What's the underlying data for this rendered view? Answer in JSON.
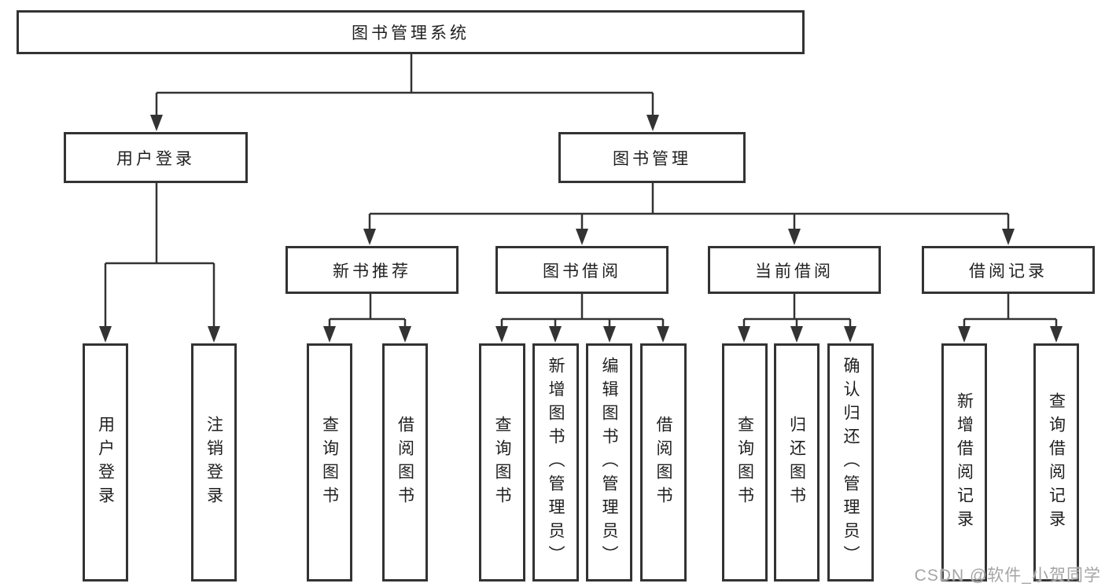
{
  "tree": {
    "label": "图书管理系统",
    "children": [
      {
        "label": "用户登录",
        "children": [
          {
            "label": "用户登录"
          },
          {
            "label": "注销登录"
          }
        ]
      },
      {
        "label": "图书管理",
        "children": [
          {
            "label": "新书推荐",
            "children": [
              {
                "label": "查询图书"
              },
              {
                "label": "借阅图书"
              }
            ]
          },
          {
            "label": "图书借阅",
            "children": [
              {
                "label": "查询图书"
              },
              {
                "label": "新增图书（管理员）"
              },
              {
                "label": "编辑图书（管理员）"
              },
              {
                "label": "借阅图书"
              }
            ]
          },
          {
            "label": "当前借阅",
            "children": [
              {
                "label": "查询图书"
              },
              {
                "label": "归还图书"
              },
              {
                "label": "确认归还（管理员）"
              }
            ]
          },
          {
            "label": "借阅记录",
            "children": [
              {
                "label": "新增借阅记录"
              },
              {
                "label": "查询借阅记录"
              }
            ]
          }
        ]
      }
    ]
  },
  "watermark": {
    "text": "CSDN @软件_小贺同学"
  },
  "colors": {
    "line": "#333333",
    "box_border": "#333333",
    "text": "#1f1f1f",
    "watermark": "#a5a5a5",
    "background": "#ffffff"
  }
}
